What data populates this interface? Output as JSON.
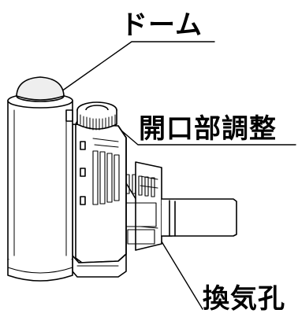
{
  "labels": {
    "dome": "ドーム",
    "opening_adjust": "開口部調整",
    "vent_holes": "換気孔"
  },
  "colors": {
    "line": "#000000",
    "background": "#ffffff",
    "dome_fill": "#eeeeee"
  }
}
